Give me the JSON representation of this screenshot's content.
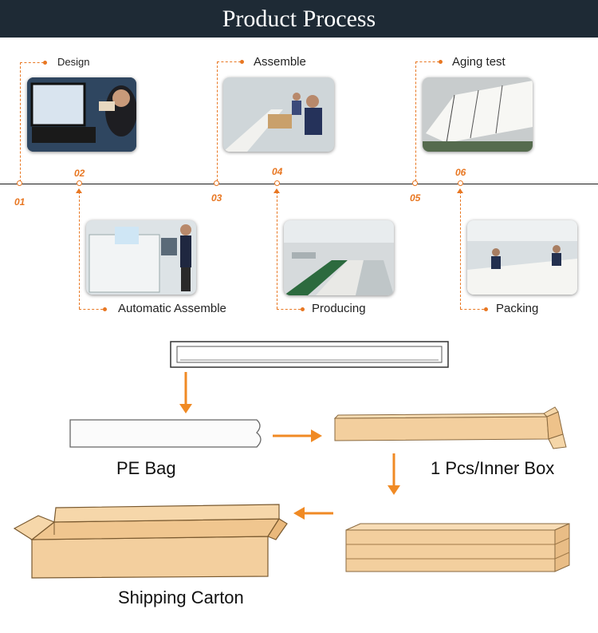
{
  "header": {
    "title": "Product Process"
  },
  "steps": [
    {
      "number": "01",
      "label": "Design"
    },
    {
      "number": "02",
      "label": "Automatic Assemble"
    },
    {
      "number": "03",
      "label": "Assemble"
    },
    {
      "number": "04",
      "label": "Producing"
    },
    {
      "number": "05",
      "label": "Aging test"
    },
    {
      "number": "06",
      "label": "Packing"
    }
  ],
  "packaging": {
    "pe_bag": "PE Bag",
    "inner_box": "1 Pcs/Inner Box",
    "shipping_carton": "Shipping Carton"
  },
  "colors": {
    "accent": "#e87722",
    "header_bg": "#1e2a35",
    "cardboard": "#f3cf9e"
  }
}
